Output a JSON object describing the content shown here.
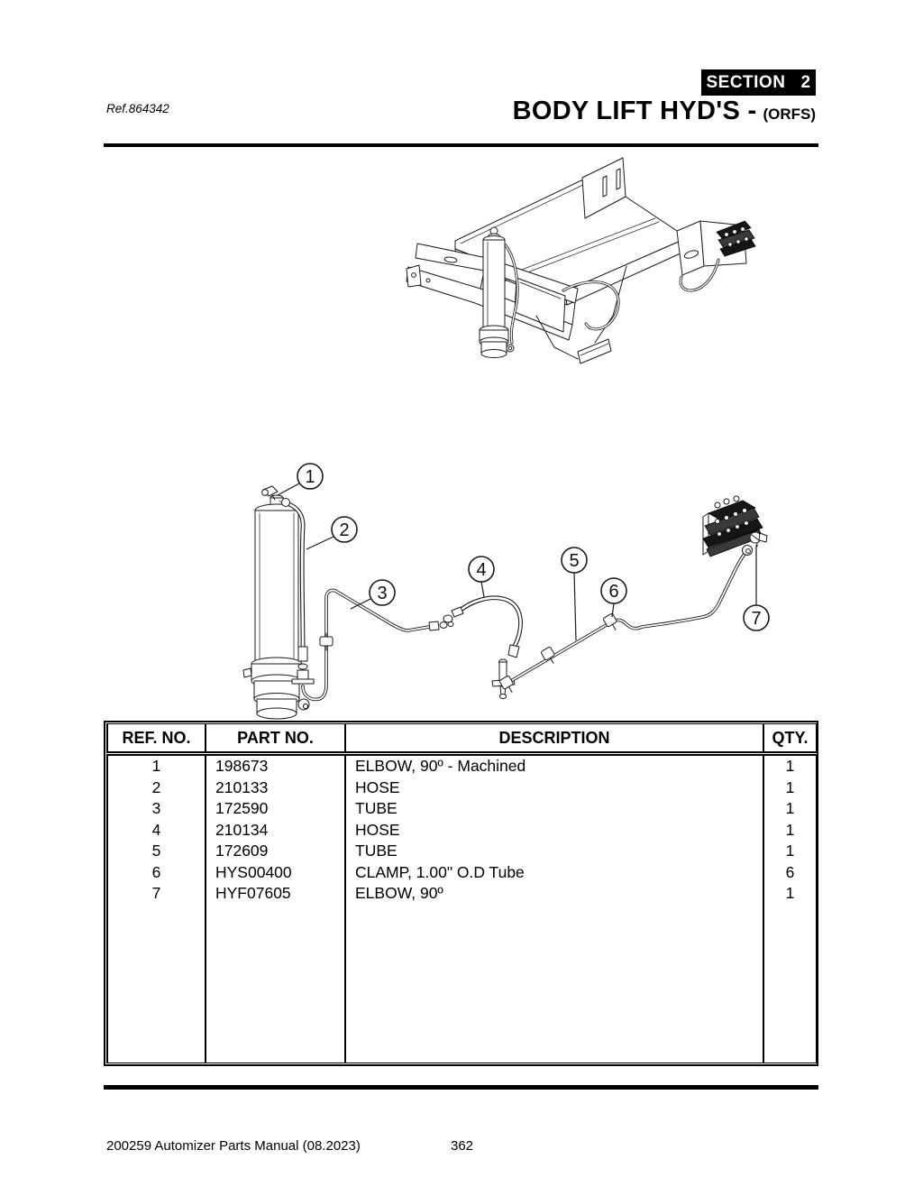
{
  "header": {
    "ref_label": "Ref.864342",
    "section_badge": {
      "label": "SECTION",
      "number": "2"
    },
    "title": "BODY LIFT HYD'S -",
    "title_suffix": "(ORFS)"
  },
  "parts_table": {
    "columns": [
      "REF. NO.",
      "PART NO.",
      "DESCRIPTION",
      "QTY."
    ],
    "rows": [
      {
        "ref": "1",
        "part": "198673",
        "desc": "ELBOW, 90º - Machined",
        "qty": "1"
      },
      {
        "ref": "2",
        "part": "210133",
        "desc": "HOSE",
        "qty": "1"
      },
      {
        "ref": "3",
        "part": "172590",
        "desc": "TUBE",
        "qty": "1"
      },
      {
        "ref": "4",
        "part": "210134",
        "desc": "HOSE",
        "qty": "1"
      },
      {
        "ref": "5",
        "part": "172609",
        "desc": "TUBE",
        "qty": "1"
      },
      {
        "ref": "6",
        "part": "HYS00400",
        "desc": "CLAMP, 1.00\" O.D Tube",
        "qty": "6"
      },
      {
        "ref": "7",
        "part": "HYF07605",
        "desc": "ELBOW, 90º",
        "qty": "1"
      }
    ]
  },
  "diagram": {
    "callouts": [
      "1",
      "2",
      "3",
      "4",
      "5",
      "6",
      "7"
    ]
  },
  "footer": {
    "manual": "200259 Automizer Parts Manual (08.2023)",
    "page_number": "362"
  }
}
